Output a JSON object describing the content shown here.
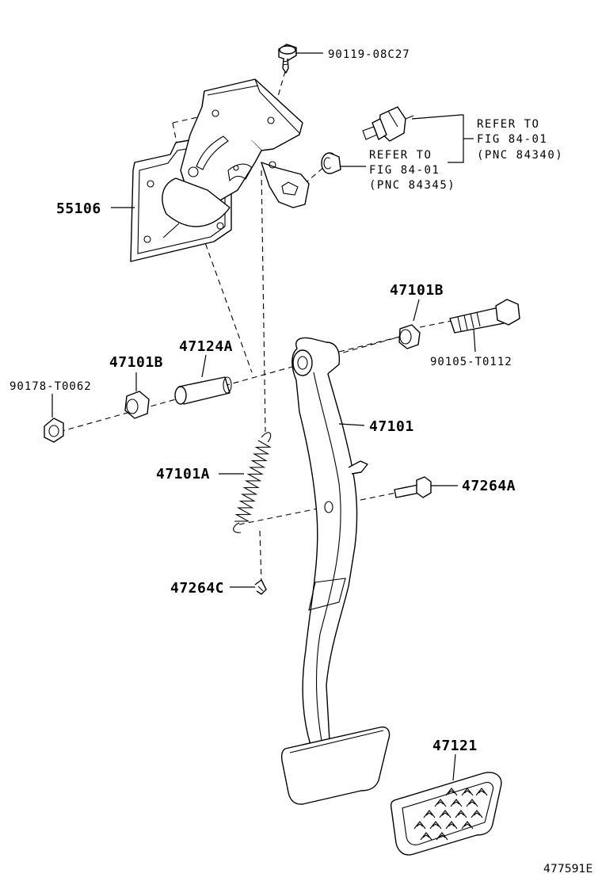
{
  "diagram": {
    "parts": {
      "bolt_top": "90119-08C27",
      "bracket": "55106",
      "bushing_right": "47101B",
      "bushing_left": "47101B",
      "pivot_bolt": "90105-T0112",
      "collar": "47124A",
      "nut": "90178-T0062",
      "pedal_arm": "47101",
      "spring": "47101A",
      "stopper_bolt": "47264A",
      "clip": "47264C",
      "pedal_pad": "47121"
    },
    "references": {
      "switch_upper": [
        "REFER TO",
        "FIG 84-01",
        "(PNC 84340)"
      ],
      "switch_lower": [
        "REFER TO",
        "FIG 84-01",
        "(PNC 84345)"
      ]
    },
    "figure_code": "477591E"
  }
}
